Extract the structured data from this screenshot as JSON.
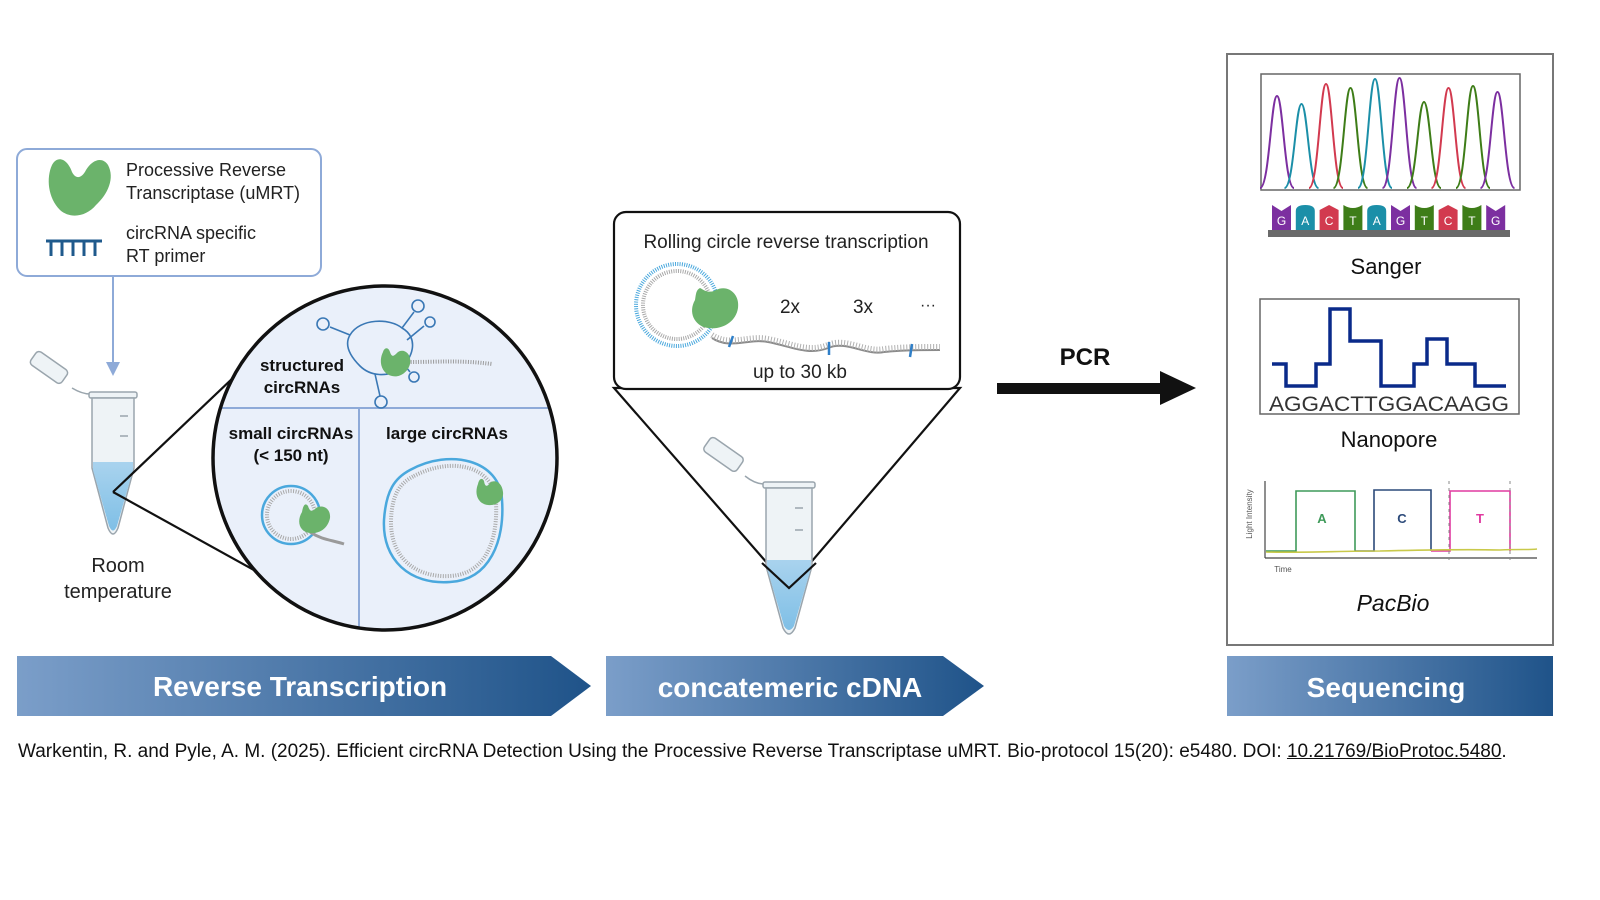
{
  "legend": {
    "enzyme_label_line1": "Processive Reverse",
    "enzyme_label_line2": "Transcriptase (uMRT)",
    "primer_label_line1": "circRNA specific",
    "primer_label_line2": "RT primer"
  },
  "tube_left": {
    "label_line1": "Room",
    "label_line2": "temperature"
  },
  "magnifier": {
    "structured_line1": "structured",
    "structured_line2": "circRNAs",
    "small_line1": "small circRNAs",
    "small_line2": "(< 150 nt)",
    "large_line1": "large circRNAs"
  },
  "rolling": {
    "title": "Rolling circle reverse transcription",
    "rep2": "2x",
    "rep3": "3x",
    "ellipsis": "···",
    "length": "up to 30 kb"
  },
  "pcr": {
    "label": "PCR"
  },
  "sequencing": {
    "sanger": {
      "label": "Sanger",
      "bases": [
        "G",
        "A",
        "C",
        "T",
        "A",
        "G",
        "T",
        "C",
        "T",
        "G"
      ]
    },
    "nanopore": {
      "label": "Nanopore",
      "sequence": "AGGACTTGGACAAGG"
    },
    "pacbio": {
      "label": "PacBio",
      "ylabel": "Light Intensity",
      "xlabel": "Time",
      "pulses": [
        "A",
        "C",
        "T"
      ]
    }
  },
  "stages": [
    {
      "label": "Reverse Transcription"
    },
    {
      "label": "concatemeric cDNA"
    },
    {
      "label": "Sequencing"
    }
  ],
  "colors": {
    "enzyme": "#6bb36b",
    "primer": "#1f5a8c",
    "rna_blue": "#4aa8dd",
    "panel_fill": "#eaf0fa",
    "panel_border": "#8eaad8",
    "stage_dark": "#1f5389",
    "stage_light": "#7b9ec9",
    "base_A": "#1b8fa8",
    "base_C": "#d23a4f",
    "base_G": "#7c2fa0",
    "base_T": "#3e7d18",
    "nanopore_trace": "#0a2a8a",
    "pacbio_A": "#3f9a5a",
    "pacbio_C": "#2c4a7a",
    "pacbio_T": "#e03aa0"
  },
  "citation": {
    "text": "Warkentin, R. and Pyle, A. M. (2025). Efficient circRNA Detection Using the Processive Reverse Transcriptase uMRT. Bio-protocol 15(20): e5480. DOI: ",
    "doi": "10.21769/BioProtoc.5480",
    "tail": "."
  }
}
